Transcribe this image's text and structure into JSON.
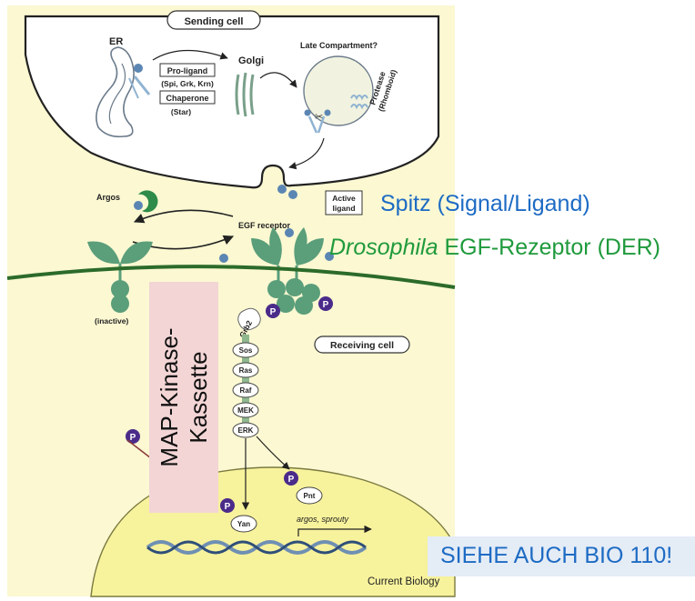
{
  "colors": {
    "background": "#fbf8d2",
    "receptor_green": "#5a9e7a",
    "membrane_green": "#2c6b2a",
    "ligand_blue": "#5b86b3",
    "phospho_purple": "#4b2b8a",
    "overlay_blue": "#1d6bc4",
    "overlay_green": "#1f9a3c",
    "mapk_box": "#f3d5d5",
    "bio_box": "#e4ecf6"
  },
  "diagram": {
    "sending_cell": "Sending cell",
    "receiving_cell": "Receiving cell",
    "er": "ER",
    "golgi": "Golgi",
    "pro_ligand": "Pro-ligand",
    "pro_ligand_members": "(Spi, Grk, Krn)",
    "chaperone": "Chaperone",
    "chaperone_member": "(Star)",
    "late_compartment": "Late Compartment?",
    "protease": "Protease",
    "protease_member": "(Rhomboid)",
    "argos": "Argos",
    "egf_receptor": "EGF receptor",
    "active_ligand_line1": "Active",
    "active_ligand_line2": "ligand",
    "inactive": "(inactive)",
    "grb2": "Grb2",
    "sos": "Sos",
    "ras": "Ras",
    "raf": "Raf",
    "mek": "MEK",
    "erk": "ERK",
    "pnt": "Pnt",
    "yan": "Yan",
    "phospho": "P",
    "target_genes": "argos, sprouty",
    "credit": "Current Biology"
  },
  "overlays": {
    "spitz": "Spitz (Signal/Ligand)",
    "der_italic": "Drosophila",
    "der_rest": " EGF-Rezeptor (DER)",
    "mapk_line1": "MAP-Kinase-",
    "mapk_line2": "Kassette",
    "see_also": "SIEHE AUCH BIO 110!"
  }
}
